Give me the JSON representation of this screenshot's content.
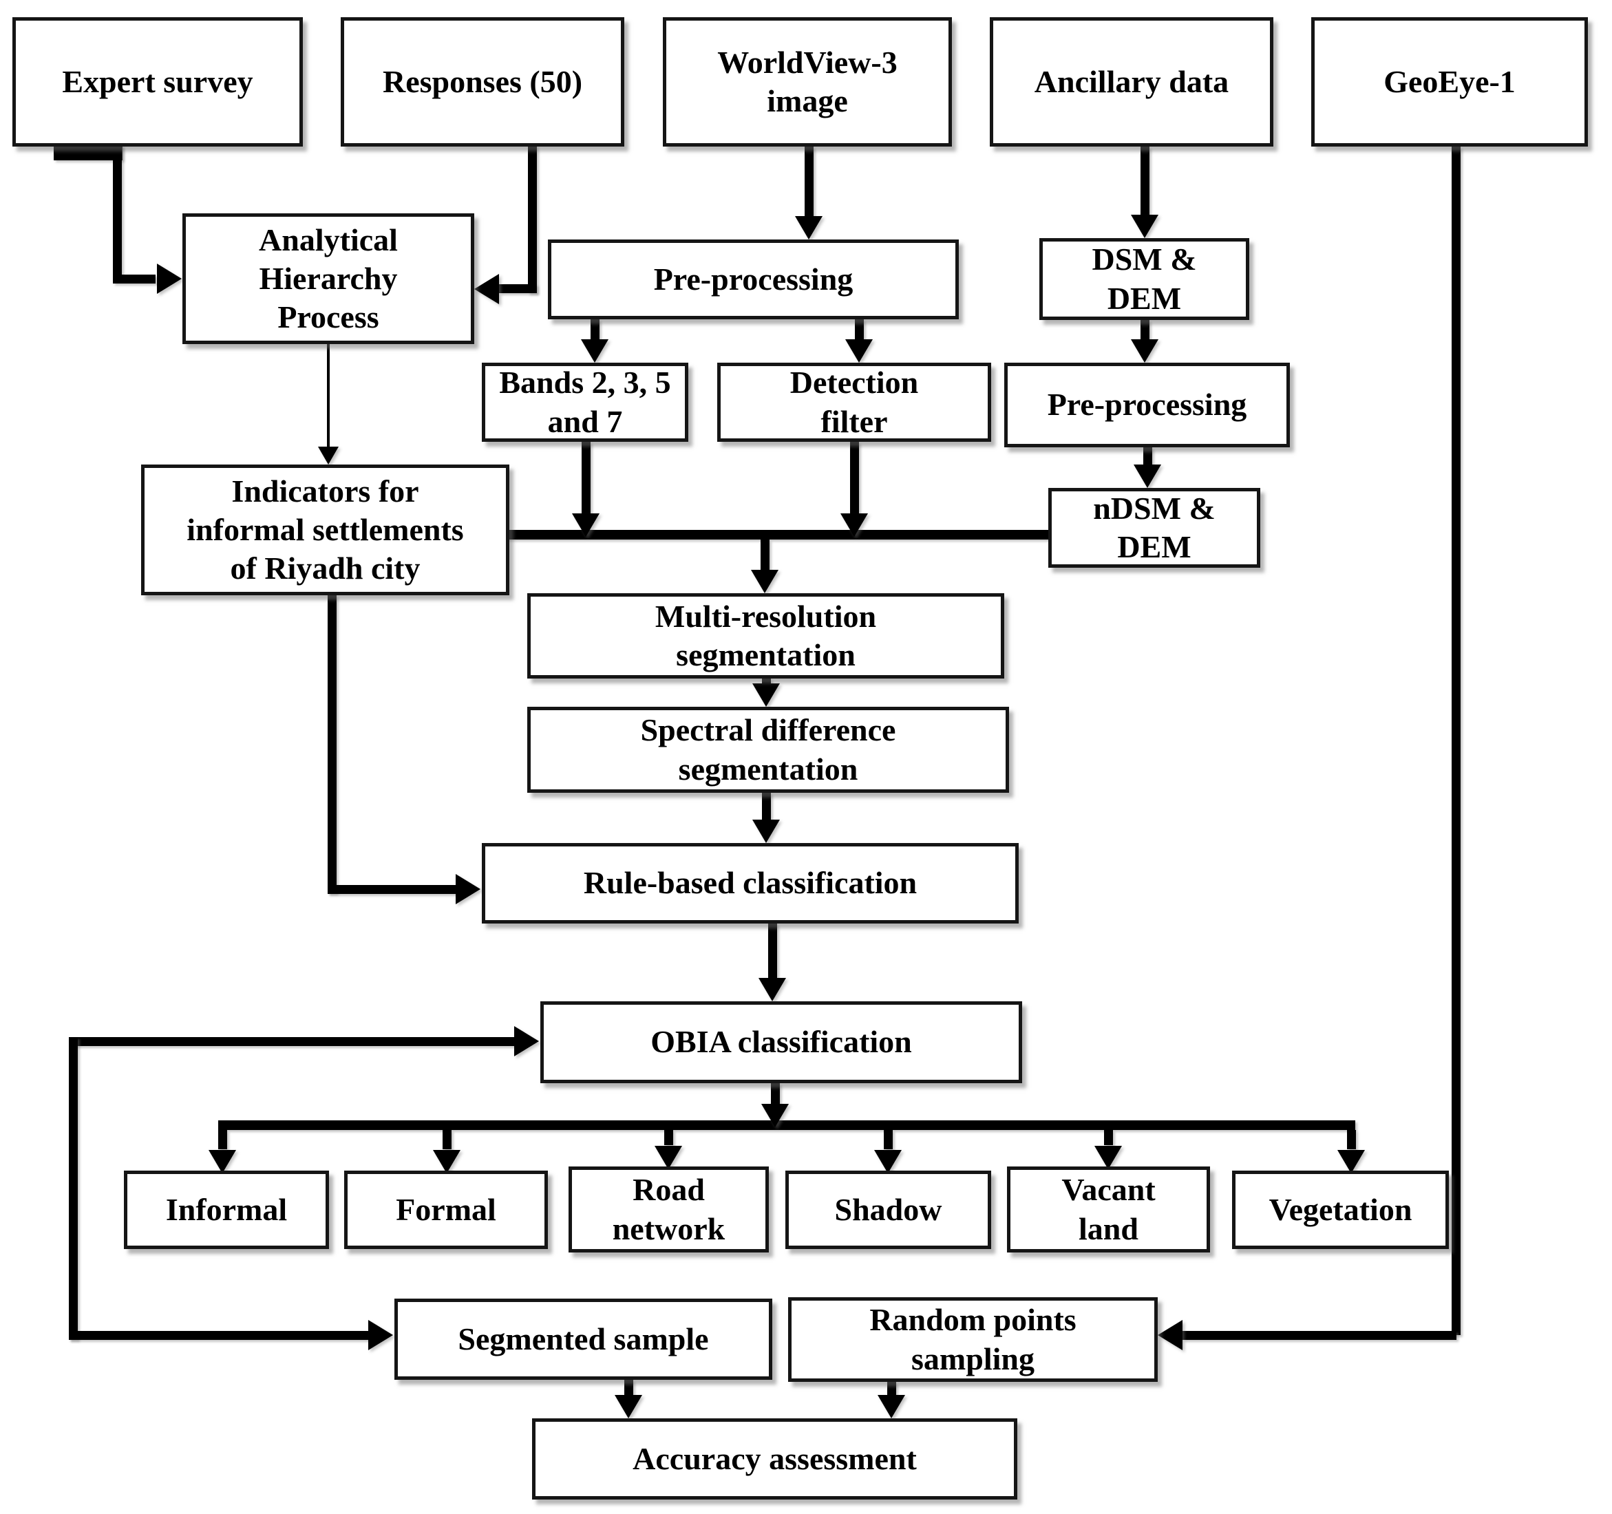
{
  "diagram": {
    "type": "flowchart",
    "nodes": [
      {
        "id": "expert-survey",
        "label": "Expert survey"
      },
      {
        "id": "responses",
        "label": "Responses (50)"
      },
      {
        "id": "worldview-3-image",
        "label": "WorldView-3 image"
      },
      {
        "id": "ancillary-data",
        "label": "Ancillary data"
      },
      {
        "id": "geoeye-1",
        "label": "GeoEye-1"
      },
      {
        "id": "ahp",
        "label": "Analytical Hierarchy Process"
      },
      {
        "id": "preprocessing-wv",
        "label": "Pre-processing"
      },
      {
        "id": "dsm-dem",
        "label": "DSM & DEM"
      },
      {
        "id": "bands",
        "label": "Bands 2, 3, 5 and 7"
      },
      {
        "id": "detection-filter",
        "label": "Detection filter"
      },
      {
        "id": "preprocessing-dsm",
        "label": "Pre-processing"
      },
      {
        "id": "indicators",
        "label": "Indicators for informal settlements of Riyadh city"
      },
      {
        "id": "ndsm-dem",
        "label": "nDSM & DEM"
      },
      {
        "id": "multi-resolution",
        "label": "Multi-resolution segmentation"
      },
      {
        "id": "spectral-difference",
        "label": "Spectral difference segmentation"
      },
      {
        "id": "rule-based",
        "label": "Rule-based classification"
      },
      {
        "id": "obia",
        "label": "OBIA classification"
      },
      {
        "id": "informal",
        "label": "Informal"
      },
      {
        "id": "formal",
        "label": "Formal"
      },
      {
        "id": "road-network",
        "label": "Road network"
      },
      {
        "id": "shadow",
        "label": "Shadow"
      },
      {
        "id": "vacant-land",
        "label": "Vacant land"
      },
      {
        "id": "vegetation",
        "label": "Vegetation"
      },
      {
        "id": "segmented-sample",
        "label": "Segmented sample"
      },
      {
        "id": "random-points",
        "label": "Random points sampling"
      },
      {
        "id": "accuracy-assessment",
        "label": "Accuracy assessment"
      }
    ],
    "edges": [
      {
        "from": "expert-survey",
        "to": "ahp"
      },
      {
        "from": "responses",
        "to": "ahp"
      },
      {
        "from": "worldview-3-image",
        "to": "preprocessing-wv"
      },
      {
        "from": "ancillary-data",
        "to": "dsm-dem"
      },
      {
        "from": "geoeye-1",
        "to": "random-points"
      },
      {
        "from": "preprocessing-wv",
        "to": "bands"
      },
      {
        "from": "preprocessing-wv",
        "to": "detection-filter"
      },
      {
        "from": "dsm-dem",
        "to": "preprocessing-dsm"
      },
      {
        "from": "preprocessing-dsm",
        "to": "ndsm-dem"
      },
      {
        "from": "ahp",
        "to": "indicators"
      },
      {
        "from": "bands",
        "to": "multi-resolution"
      },
      {
        "from": "detection-filter",
        "to": "multi-resolution"
      },
      {
        "from": "ndsm-dem",
        "to": "multi-resolution"
      },
      {
        "from": "multi-resolution",
        "to": "spectral-difference"
      },
      {
        "from": "spectral-difference",
        "to": "rule-based"
      },
      {
        "from": "indicators",
        "to": "rule-based"
      },
      {
        "from": "rule-based",
        "to": "obia"
      },
      {
        "from": "obia",
        "to": "informal"
      },
      {
        "from": "obia",
        "to": "formal"
      },
      {
        "from": "obia",
        "to": "road-network"
      },
      {
        "from": "obia",
        "to": "shadow"
      },
      {
        "from": "obia",
        "to": "vacant-land"
      },
      {
        "from": "obia",
        "to": "vegetation"
      },
      {
        "from": "obia",
        "to": "segmented-sample"
      },
      {
        "from": "segmented-sample",
        "to": "accuracy-assessment"
      },
      {
        "from": "random-points",
        "to": "accuracy-assessment"
      }
    ],
    "colors": {
      "line": "#000000",
      "box_border": "#151515",
      "box_fill": "#ffffff",
      "text": "#000000",
      "shadow": "#6e6e6e"
    }
  }
}
